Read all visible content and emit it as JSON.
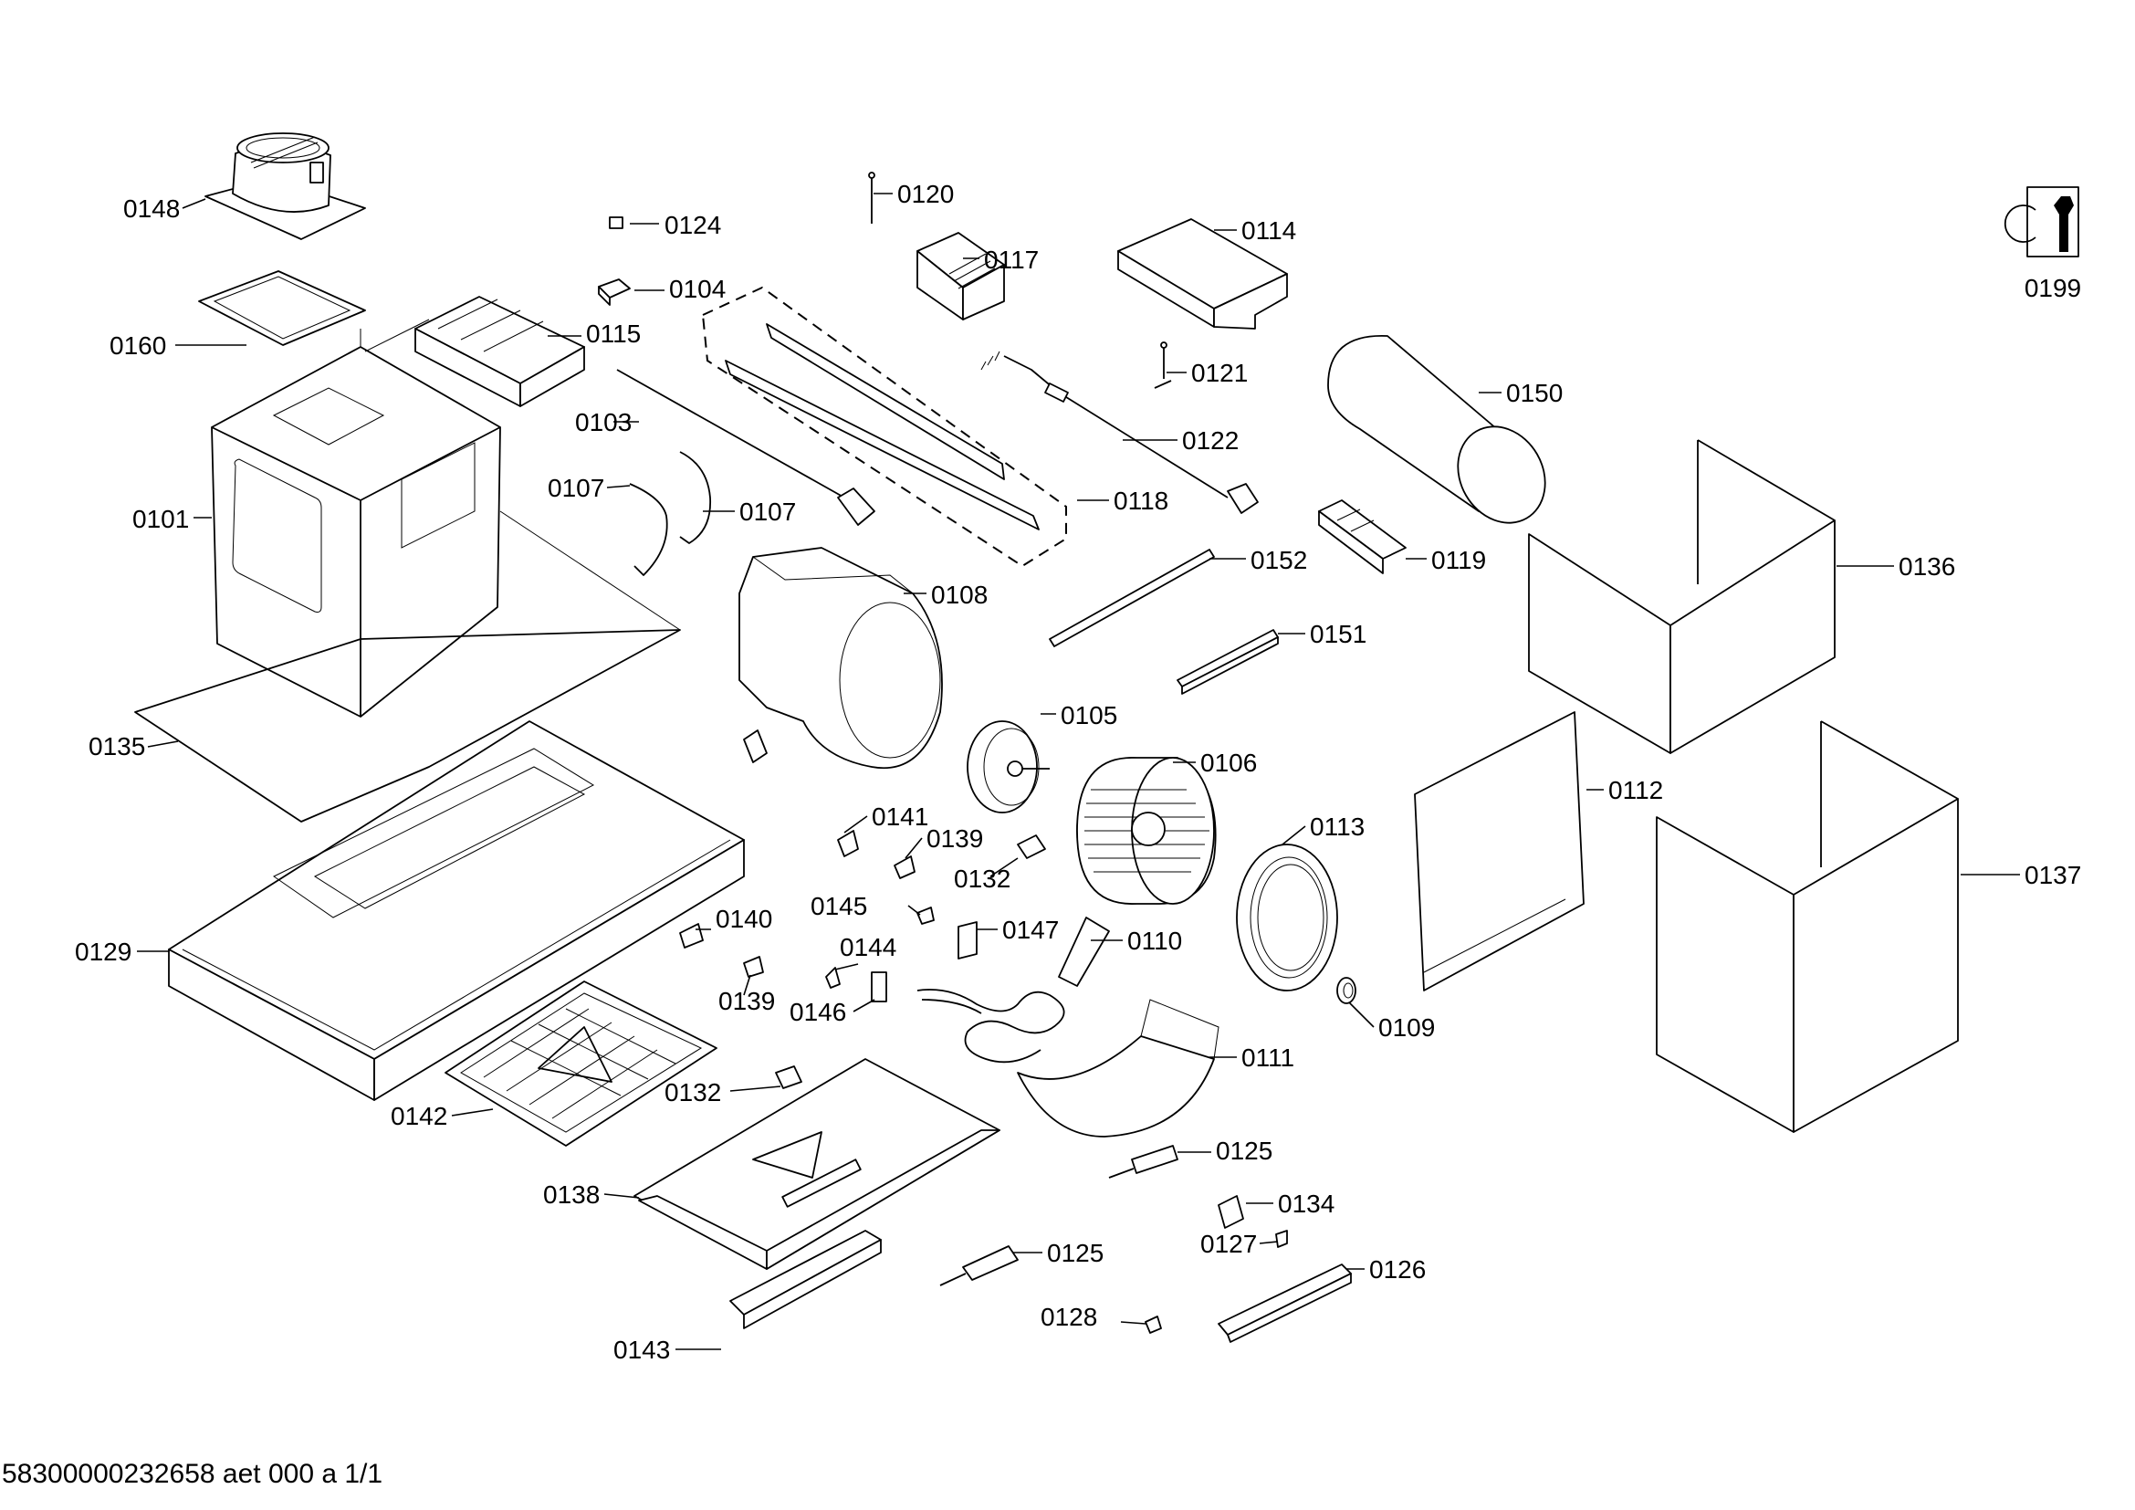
{
  "footer": {
    "doc_id": "58300000232658 aet 000 a 1/1"
  },
  "service_icon": {
    "label": "0199",
    "icon": "wrench-icon"
  },
  "parts": [
    {
      "id": "p0148",
      "label": "0148"
    },
    {
      "id": "p0160",
      "label": "0160"
    },
    {
      "id": "p0101",
      "label": "0101"
    },
    {
      "id": "p0135",
      "label": "0135"
    },
    {
      "id": "p0129",
      "label": "0129"
    },
    {
      "id": "p0142",
      "label": "0142"
    },
    {
      "id": "p0138",
      "label": "0138"
    },
    {
      "id": "p0143",
      "label": "0143"
    },
    {
      "id": "p0124",
      "label": "0124"
    },
    {
      "id": "p0104",
      "label": "0104"
    },
    {
      "id": "p0115",
      "label": "0115"
    },
    {
      "id": "p0103",
      "label": "0103"
    },
    {
      "id": "p0107a",
      "label": "0107"
    },
    {
      "id": "p0107b",
      "label": "0107"
    },
    {
      "id": "p0120",
      "label": "0120"
    },
    {
      "id": "p0117",
      "label": "0117"
    },
    {
      "id": "p0114",
      "label": "0114"
    },
    {
      "id": "p0121",
      "label": "0121"
    },
    {
      "id": "p0122",
      "label": "0122"
    },
    {
      "id": "p0118",
      "label": "0118"
    },
    {
      "id": "p0108",
      "label": "0108"
    },
    {
      "id": "p0105",
      "label": "0105"
    },
    {
      "id": "p0106",
      "label": "0106"
    },
    {
      "id": "p0141",
      "label": "0141"
    },
    {
      "id": "p0139a",
      "label": "0139"
    },
    {
      "id": "p0132a",
      "label": "0132"
    },
    {
      "id": "p0145",
      "label": "0145"
    },
    {
      "id": "p0147",
      "label": "0147"
    },
    {
      "id": "p0110",
      "label": "0110"
    },
    {
      "id": "p0144",
      "label": "0144"
    },
    {
      "id": "p0146",
      "label": "0146"
    },
    {
      "id": "p0140",
      "label": "0140"
    },
    {
      "id": "p0139b",
      "label": "0139"
    },
    {
      "id": "p0132b",
      "label": "0132"
    },
    {
      "id": "p0113",
      "label": "0113"
    },
    {
      "id": "p0109",
      "label": "0109"
    },
    {
      "id": "p0111",
      "label": "0111"
    },
    {
      "id": "p0125a",
      "label": "0125"
    },
    {
      "id": "p0134",
      "label": "0134"
    },
    {
      "id": "p0127",
      "label": "0127"
    },
    {
      "id": "p0125b",
      "label": "0125"
    },
    {
      "id": "p0126",
      "label": "0126"
    },
    {
      "id": "p0128",
      "label": "0128"
    },
    {
      "id": "p0150",
      "label": "0150"
    },
    {
      "id": "p0152",
      "label": "0152"
    },
    {
      "id": "p0119",
      "label": "0119"
    },
    {
      "id": "p0151",
      "label": "0151"
    },
    {
      "id": "p0136",
      "label": "0136"
    },
    {
      "id": "p0112",
      "label": "0112"
    },
    {
      "id": "p0137",
      "label": "0137"
    }
  ]
}
